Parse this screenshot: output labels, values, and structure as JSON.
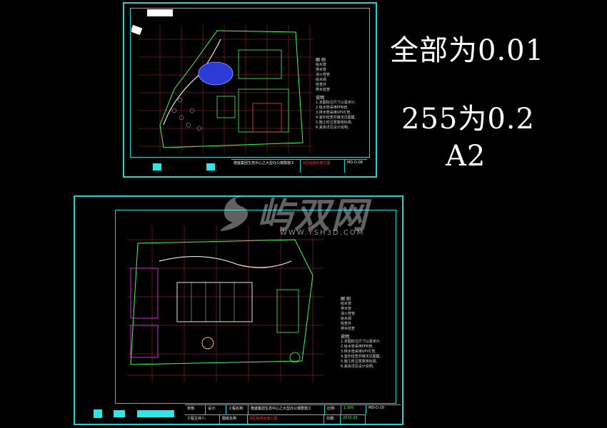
{
  "notes": {
    "line1": "全部为0.01",
    "line2": "255为0.2",
    "line3": "A2"
  },
  "watermark": {
    "brand": "屿双网",
    "url": "WWW.YSH3D.COM"
  },
  "sheet_top": {
    "project_name": "隆盛集团生态中心之大型办公楼群施工",
    "drawing_title": "A区给排水施工图",
    "drawing_no": "MD-D-08",
    "legend_title": "图 例",
    "legend_items": [
      "给水管",
      "排水管",
      "消火栓管",
      "给水阀",
      "检查井",
      "排水检查"
    ],
    "notes_title": "说明",
    "notes_items": [
      "1.本图标注尺寸以毫米计,",
      "2.给水管采用PPR管,",
      "3.排水管采用UPVC管,",
      "4.室外检查井做法见图集,",
      "5.施工时注意复核标高,",
      "6.其余详见设计说明。"
    ]
  },
  "sheet_bottom": {
    "project_label": "工程名称:",
    "project_name": "隆盛集团生态中心之大型办公楼群施工",
    "drawing_title": "B区给排水施工图",
    "drawing_no": "MD-D-10",
    "check_label": "校核:",
    "design_label": "设计:",
    "draw_label": "图纸名称:",
    "approve_label": "工程主持人:",
    "scale_label": "比例:",
    "date_label": "日期:",
    "scale": "1:300",
    "date": "2015.03",
    "legend_title": "图 例",
    "legend_items": [
      "给水管",
      "排水管",
      "消火栓管",
      "给水阀",
      "检查井",
      "排水检查"
    ],
    "notes_title": "说明",
    "notes_items": [
      "1.本图标注尺寸以毫米计,",
      "2.给水管采用PPR管,",
      "3.排水管采用UPVC管,",
      "4.室外检查井做法见图集,",
      "5.施工时注意复核标高,",
      "6.其余详见设计说明。"
    ]
  },
  "colors": {
    "frame": "#19d6d6",
    "grid": "#d23a3a",
    "building": "#3cff5a",
    "pool": "#3a5cff",
    "accent": "#ff3bff"
  }
}
